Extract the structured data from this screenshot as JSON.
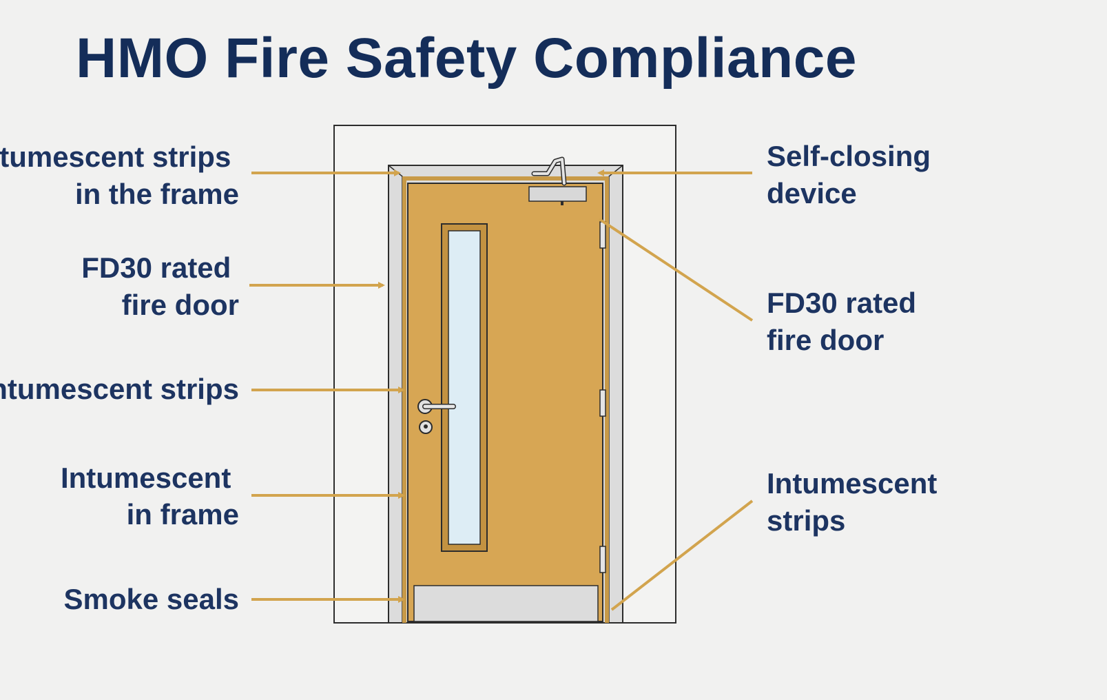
{
  "title": "HMO Fire Safety Compliance",
  "colors": {
    "background": "#f1f1f0",
    "title": "#142d59",
    "label": "#1d3461",
    "leader_line": "#d2a44e",
    "door_leaf": "#d7a654",
    "frame": "#dcdcdc",
    "glass": "#ddedf5",
    "outline": "#2c2c2c"
  },
  "callouts": {
    "left": [
      {
        "lines": [
          "Intumescent strips",
          "in the frame"
        ]
      },
      {
        "lines": [
          "FD30 rated",
          "fire door"
        ]
      },
      {
        "lines": [
          "Intumescent strips"
        ]
      },
      {
        "lines": [
          "Intumescent",
          "in frame"
        ]
      },
      {
        "lines": [
          "Smoke seals"
        ]
      }
    ],
    "right": [
      {
        "lines": [
          "Self-closing",
          "device"
        ]
      },
      {
        "lines": [
          "FD30 rated",
          "fire door"
        ]
      },
      {
        "lines": [
          "Intumescent",
          "strips"
        ]
      }
    ]
  },
  "icons": [
    "door-closer-icon",
    "lever-handle-icon",
    "keyhole-icon",
    "hinge-icon"
  ]
}
